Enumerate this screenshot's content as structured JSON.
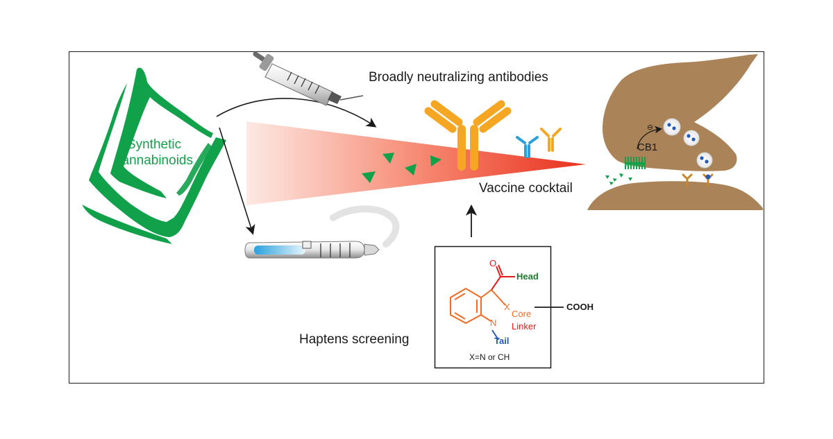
{
  "labels": {
    "title": "Broadly neutralizing antibodies",
    "synthetic": "Synthetic",
    "cannabinoids": "cannabinoids",
    "vaccine_cocktail": "Vaccine cocktail",
    "haptens_screening": "Haptens screening",
    "receptor": "CB1",
    "inhibition_symbol": "⊖"
  },
  "hapten": {
    "head": "Head",
    "core": "Core",
    "linker": "Linker",
    "tail": "Tail",
    "cooh": "COOH",
    "x_note": "X=N or CH",
    "atom_o": "O",
    "atom_x": "X",
    "atom_n": "N"
  },
  "colors": {
    "green": "#11a14a",
    "orange": "#f5a623",
    "red": "#e8311e",
    "blue": "#2aa1dc",
    "brown": "#ab8358",
    "head_green": "#1f7a2e",
    "core_orange": "#f26b21",
    "linker_red": "#e01b1b",
    "tail_blue": "#2559b8"
  }
}
